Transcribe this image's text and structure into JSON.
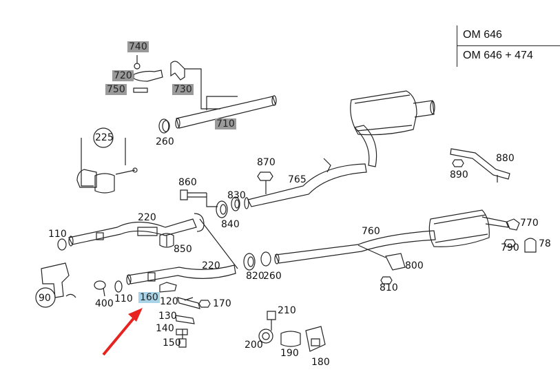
{
  "engine_variants": [
    "OM 646",
    "OM 646 + 474"
  ],
  "parts": {
    "p740": "740",
    "p720": "720",
    "p750": "750",
    "p730": "730",
    "p710": "710",
    "p260a": "260",
    "p225": "225",
    "p870": "870",
    "p860": "860",
    "p830": "830",
    "p765": "765",
    "p840": "840",
    "p880": "880",
    "p890": "890",
    "p220a": "220",
    "p110a": "110",
    "p850": "850",
    "p760": "760",
    "p770": "770",
    "p790": "790",
    "p78": "78",
    "p220b": "220",
    "p820": "820",
    "p260b": "260",
    "p800": "800",
    "p810": "810",
    "p90": "90",
    "p400": "400",
    "p110b": "110",
    "p160": "160",
    "p120": "120",
    "p170": "170",
    "p210": "210",
    "p130": "130",
    "p140": "140",
    "p150": "150",
    "p200": "200",
    "p190": "190",
    "p180": "180"
  },
  "highlighted_part": "160",
  "colors": {
    "highlight_gray": "#9a9a9a",
    "selection_blue": "#a9d3e6",
    "arrow_red": "#e8231f"
  }
}
